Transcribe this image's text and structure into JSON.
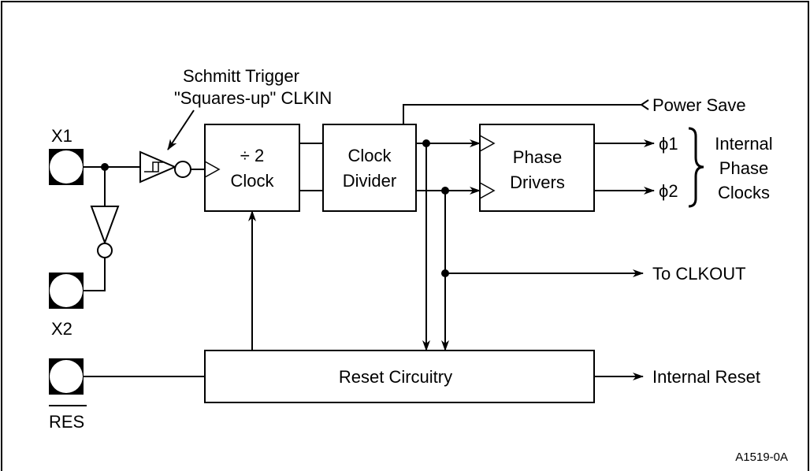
{
  "pins": {
    "x1": "X1",
    "x2": "X2",
    "res": "RES"
  },
  "annotations": {
    "schmitt_line1": "Schmitt Trigger",
    "schmitt_line2": "\"Squares-up\" CLKIN",
    "power_save": "Power Save",
    "phase1": "ϕ1",
    "phase2": "ϕ2",
    "internal_phase_line1": "Internal",
    "internal_phase_line2": "Phase",
    "internal_phase_line3": "Clocks",
    "to_clkout": "To CLKOUT",
    "internal_reset": "Internal Reset",
    "figure_id": "A1519-0A"
  },
  "blocks": {
    "div2_line1": "÷ 2",
    "div2_line2": "Clock",
    "clock_divider_line1": "Clock",
    "clock_divider_line2": "Divider",
    "phase_drivers_line1": "Phase",
    "phase_drivers_line2": "Drivers",
    "reset_circuitry": "Reset Circuitry"
  }
}
